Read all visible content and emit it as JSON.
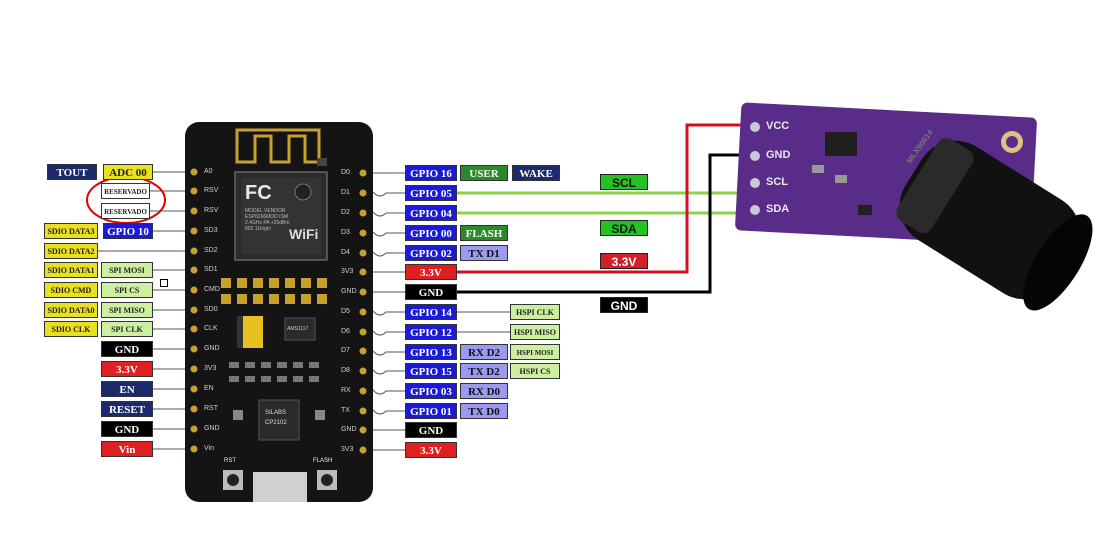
{
  "left_labels": {
    "tout": "TOUT",
    "adc": "ADC 00",
    "res1": "RESERVADO",
    "res2": "RESERVADO",
    "sdio_data3": "SDIO DATA3",
    "gpio10": "GPIO 10",
    "sdio_data2": "SDIO DATA2",
    "sdio_data1": "SDIO DATA1",
    "spi_mosi": "SPI MOSI",
    "sdio_cmd": "SDIO CMD",
    "spi_cs": "SPI CS",
    "sdio_data0": "SDIO DATA0",
    "spi_miso": "SPI MISO",
    "sdio_clk": "SDIO CLK",
    "spi_clk": "SPI CLK",
    "gnd1": "GND",
    "v33": "3.3V",
    "en": "EN",
    "reset": "RESET",
    "gnd2": "GND",
    "vin": "Vin"
  },
  "right_labels": {
    "gpio16": "GPIO 16",
    "user": "USER",
    "wake": "WAKE",
    "gpio05": "GPIO 05",
    "gpio04": "GPIO 04",
    "gpio00": "GPIO 00",
    "flash": "FLASH",
    "gpio02": "GPIO 02",
    "txd1": "TX D1",
    "v33a": "3.3V",
    "gnd_a": "GND",
    "gpio14": "GPIO 14",
    "hspi_clk": "HSPI CLK",
    "gpio12": "GPIO 12",
    "hspi_miso": "HSPI MISO",
    "gpio13": "GPIO 13",
    "rxd2": "RX D2",
    "hspi_mosi": "HSPI MOSI",
    "gpio15": "GPIO 15",
    "txd2": "TX D2",
    "hspi_cs": "HSPI CS",
    "gpio03": "GPIO 03",
    "rxd0": "RX D0",
    "gpio01": "GPIO 01",
    "txd0": "TX D0",
    "gnd_b": "GND",
    "v33b": "3.3V"
  },
  "board": {
    "pins_left": [
      "A0",
      "RSV",
      "RSV",
      "SD3",
      "SD2",
      "SD1",
      "CMD",
      "SD0",
      "CLK",
      "GND",
      "3V3",
      "EN",
      "RST",
      "GND",
      "Vin"
    ],
    "pins_right": [
      "D0",
      "D1",
      "D2",
      "D3",
      "D4",
      "3V3",
      "GND",
      "D5",
      "D6",
      "D7",
      "D8",
      "RX",
      "TX",
      "GND",
      "3V3"
    ],
    "logo": "FC",
    "module_text": "MODEL VENDOR ESP8266MOD ISM 2.4GHz PA +25dBm 802.11b/g/n",
    "wifi": "WiFi",
    "regulator": "AMS1117",
    "chip_line1": "SILABS",
    "chip_line2": "CP2102",
    "btn_rst": "RST",
    "btn_flash": "FLASH"
  },
  "signals": {
    "scl": "SCL",
    "sda": "SDA",
    "v33": "3.3V",
    "gnd": "GND"
  },
  "sensor": {
    "pins": [
      "VCC",
      "GND",
      "SCL",
      "SDA"
    ],
    "lens_text": "MLX90614"
  },
  "colors": {
    "board": "#141414",
    "sensor_pcb": "#5a2c8a",
    "wire_green": "#8fd14a",
    "wire_red": "#d01020",
    "wire_black": "#000000",
    "highlight_circle": "#e00000"
  }
}
